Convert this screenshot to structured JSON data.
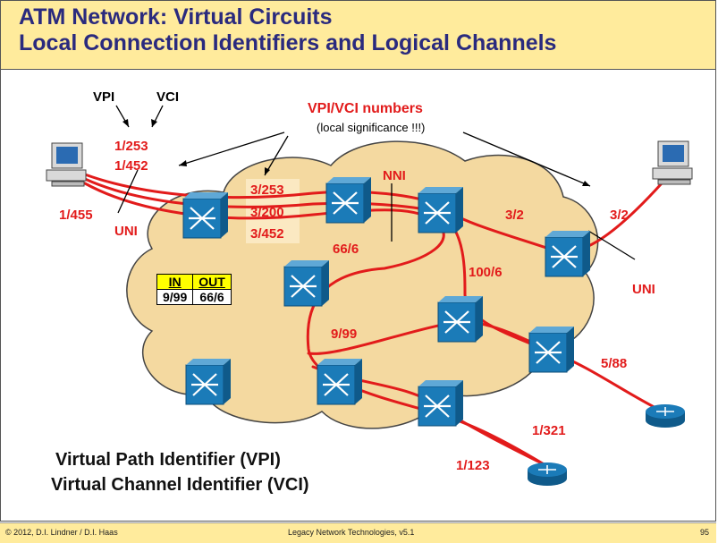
{
  "title": {
    "line1": "ATM Network: Virtual Circuits",
    "line2": "Local Connection Identifiers and Logical Channels"
  },
  "labels": {
    "vpi": "VPI",
    "vci": "VCI",
    "vpivci_title": "VPI/VCI  numbers",
    "vpivci_note": "(local significance !!!)",
    "id_1_253": "1/253",
    "id_1_452": "1/452",
    "id_1_455": "1/455",
    "uni_left": "UNI",
    "id_3_253": "3/253",
    "id_3_200": "3/200",
    "id_3_452": "3/452",
    "nni": "NNI",
    "id_3_2_a": "3/2",
    "id_3_2_b": "3/2",
    "uni_right": "UNI",
    "id_66_6": "66/6",
    "id_100_6": "100/6",
    "id_9_99": "9/99",
    "id_5_88": "5/88",
    "id_1_321": "1/321",
    "id_1_123": "1/123"
  },
  "table": {
    "header_in": "IN",
    "header_out": "OUT",
    "row_in": "9/99",
    "row_out": "66/6"
  },
  "definitions": {
    "vpi": "Virtual Path Identifier (VPI)",
    "vci": "Virtual Channel Identifier (VCI)"
  },
  "footer": {
    "copyright": "© 2012, D.I. Lindner / D.I. Haas",
    "course": "Legacy Network Technologies, v5.1",
    "page": "95"
  },
  "colors": {
    "title_bg": "#ffeb9c",
    "title_text": "#2a2a7e",
    "cloud": "#f4d9a0",
    "link": "#e21b1b",
    "switch": "#1b7bb8",
    "router": "#1b7bb8"
  }
}
